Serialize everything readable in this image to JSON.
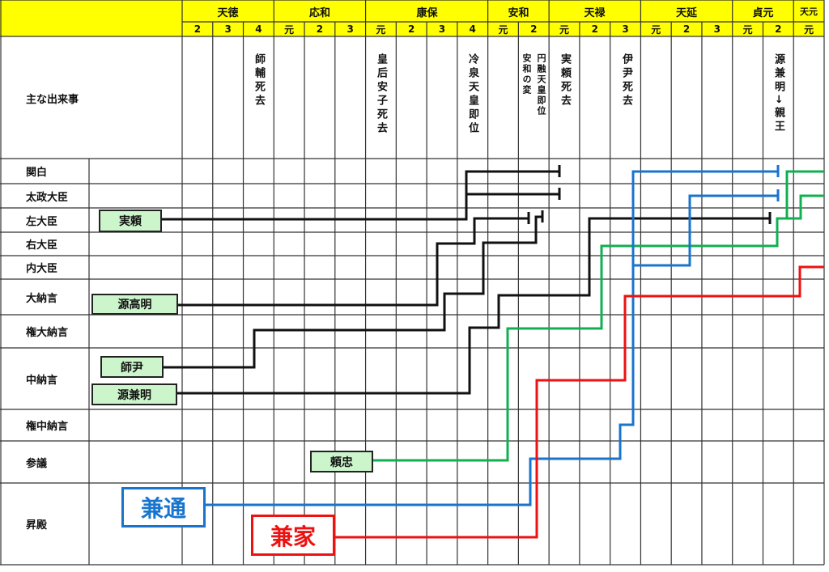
{
  "header": {
    "eras": [
      "天徳",
      "応和",
      "康保",
      "安和",
      "天禄",
      "天延",
      "貞元",
      "天元"
    ],
    "years": [
      "2",
      "3",
      "4",
      "元",
      "2",
      "3",
      "元",
      "2",
      "3",
      "4",
      "元",
      "2",
      "元",
      "2",
      "3",
      "元",
      "2",
      "3",
      "元",
      "2",
      "元"
    ]
  },
  "events_label": "主な出来事",
  "events": [
    "師輔死去",
    "皇后安子死去",
    "冷泉天皇即位",
    "円融天皇即位",
    "安和の変",
    "実頼死去",
    "伊尹死去",
    "源兼明→親王"
  ],
  "ranks": [
    "関白",
    "太政大臣",
    "左大臣",
    "右大臣",
    "内大臣",
    "大納言",
    "権大納言",
    "中納言",
    "権中納言",
    "参議",
    "昇殿"
  ],
  "people": {
    "saneyori": "実頼",
    "takaakira": "源高明",
    "morotada": "師尹",
    "kaneakira": "源兼明",
    "yoritada": "頼忠",
    "kanemichi": "兼通",
    "kaneie": "兼家"
  },
  "colors": {
    "header": "#ffff00",
    "box": "#ccf5cc",
    "kanemichi": "#1874cd",
    "kaneie": "#ee1111",
    "yoritada": "#10b050",
    "line": "#111111"
  }
}
